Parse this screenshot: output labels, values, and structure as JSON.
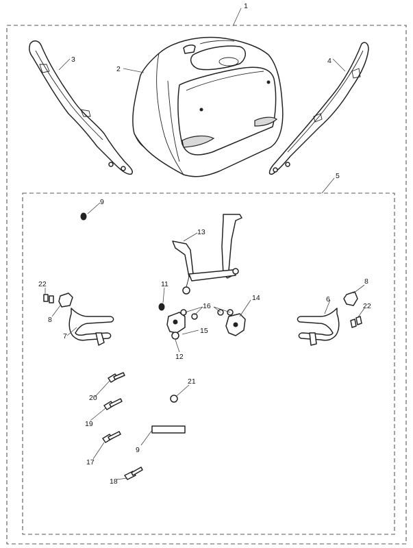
{
  "callouts": {
    "c1": "1",
    "c2": "2",
    "c3": "3",
    "c4": "4",
    "c5": "5",
    "c6": "6",
    "c7": "7",
    "c8a": "8",
    "c8b": "8",
    "c9a": "9",
    "c9b": "9",
    "c11": "11",
    "c12": "12",
    "c13": "13",
    "c14": "14",
    "c15": "15",
    "c16": "16",
    "c17": "17",
    "c18": "18",
    "c19": "19",
    "c20": "20",
    "c21": "21",
    "c22a": "22",
    "c22b": "22"
  },
  "colors": {
    "line": "#222222",
    "background": "#ffffff",
    "dash": "#555555"
  }
}
